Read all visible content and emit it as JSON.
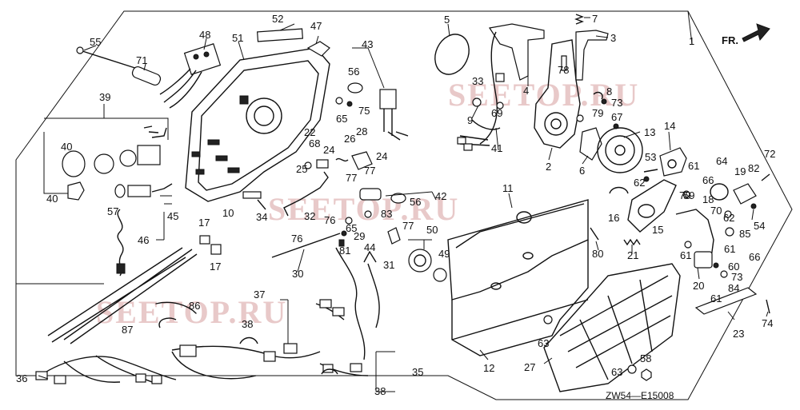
{
  "diagram": {
    "direction_label": "FR.",
    "drawing_code": "ZW54—E15008",
    "watermark": "SEETOP.RU",
    "callouts": [
      "1",
      "2",
      "3",
      "4",
      "5",
      "6",
      "7",
      "8",
      "9",
      "10",
      "11",
      "12",
      "13",
      "14",
      "15",
      "16",
      "17",
      "17",
      "18",
      "19",
      "20",
      "21",
      "22",
      "23",
      "24",
      "24",
      "25",
      "26",
      "27",
      "28",
      "29",
      "30",
      "31",
      "32",
      "33",
      "34",
      "35",
      "36",
      "37",
      "38",
      "38",
      "39",
      "40",
      "40",
      "41",
      "42",
      "43",
      "44",
      "45",
      "46",
      "47",
      "48",
      "49",
      "50",
      "51",
      "52",
      "53",
      "54",
      "55",
      "56",
      "56",
      "57",
      "58",
      "59",
      "60",
      "61",
      "61",
      "61",
      "61",
      "62",
      "62",
      "63",
      "63",
      "64",
      "65",
      "65",
      "66",
      "66",
      "67",
      "68",
      "69",
      "70",
      "70",
      "71",
      "72",
      "73",
      "73",
      "74",
      "75",
      "76",
      "76",
      "77",
      "77",
      "77",
      "78",
      "79",
      "80",
      "81",
      "82",
      "83",
      "84",
      "85",
      "86",
      "87"
    ]
  }
}
